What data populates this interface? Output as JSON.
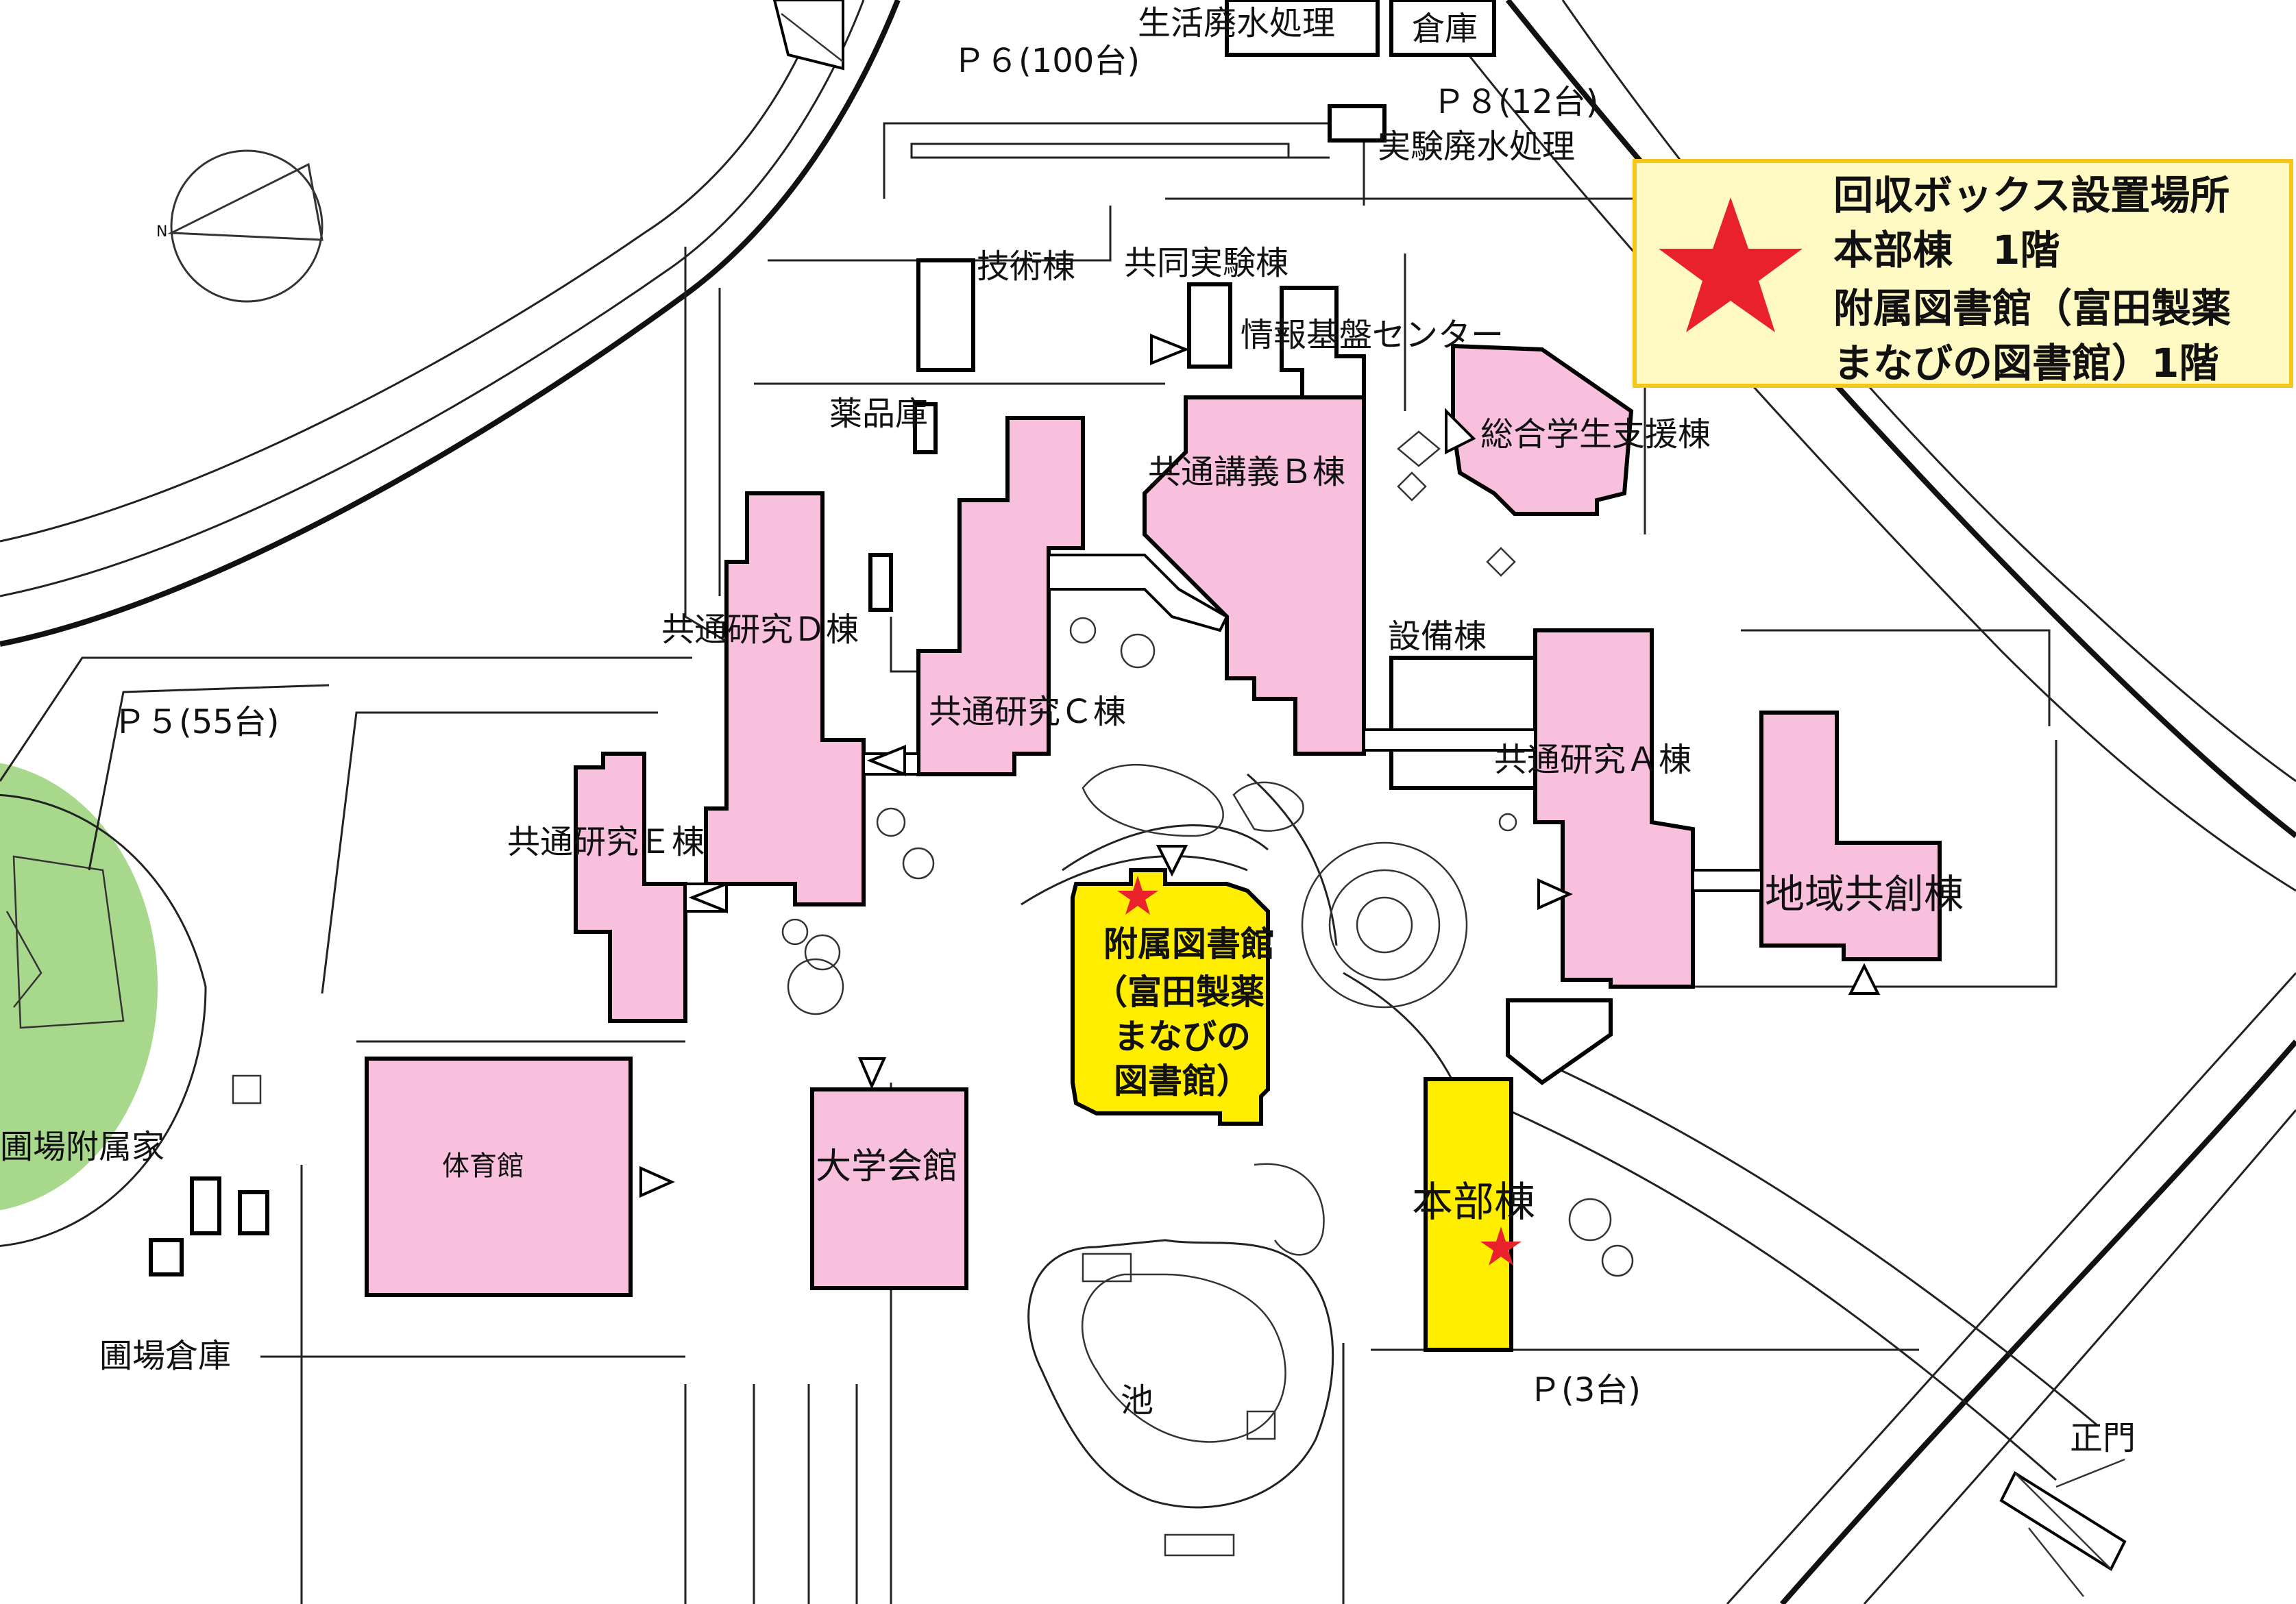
{
  "legend": {
    "lines": [
      "回収ボックス設置場所",
      "本部棟　1階",
      "附属図書館（富田製薬",
      "まなびの図書館）1階"
    ],
    "bg_color": "#fff9c4",
    "border_color": "#f5c518",
    "star_color": "#e8212a",
    "star_icon": "star-icon"
  },
  "colors": {
    "building_pink": "#f9c0dd",
    "building_yellow": "#ffee00",
    "field_green": "#a8d88c",
    "line": "#000000"
  },
  "buildings": {
    "library": {
      "lines": [
        "附属図書館",
        "（富田製薬",
        "まなびの",
        "図書館）"
      ]
    },
    "honbu": "本部棟",
    "gym": "体育館",
    "daigaku_kaikan": "大学会館",
    "chiiki": "地域共創棟",
    "kenkyu_a": "共通研究Ａ棟",
    "kenkyu_c": "共通研究Ｃ棟",
    "kenkyu_d": "共通研究Ｄ棟",
    "kenkyu_e": "共通研究Ｅ棟",
    "kogi_b": "共通講義Ｂ棟",
    "sogo": "総合学生支援棟",
    "setsubi": "設備棟",
    "johokiban": "情報基盤センター",
    "kyodo": "共同実験棟",
    "gijutsu": "技術棟",
    "yakuhin": "薬品庫",
    "seikatsu": "生活廃水処理",
    "soko": "倉庫",
    "jikken": "実験廃水処理"
  },
  "parking": {
    "p6": "Ｐ６(100台)",
    "p8": "Ｐ８(12台)",
    "p5": "Ｐ５(55台)",
    "p3": "Ｐ(3台)"
  },
  "places": {
    "pond": "池",
    "gate": "正門",
    "enjo_soko": "圃場倉庫",
    "enjo_fuzoku": "圃場附属家"
  },
  "markers": [
    {
      "name": "library",
      "icon": "star-icon"
    },
    {
      "name": "honbu",
      "icon": "star-icon"
    }
  ],
  "compass": {
    "label": "N",
    "icon": "compass-icon"
  }
}
